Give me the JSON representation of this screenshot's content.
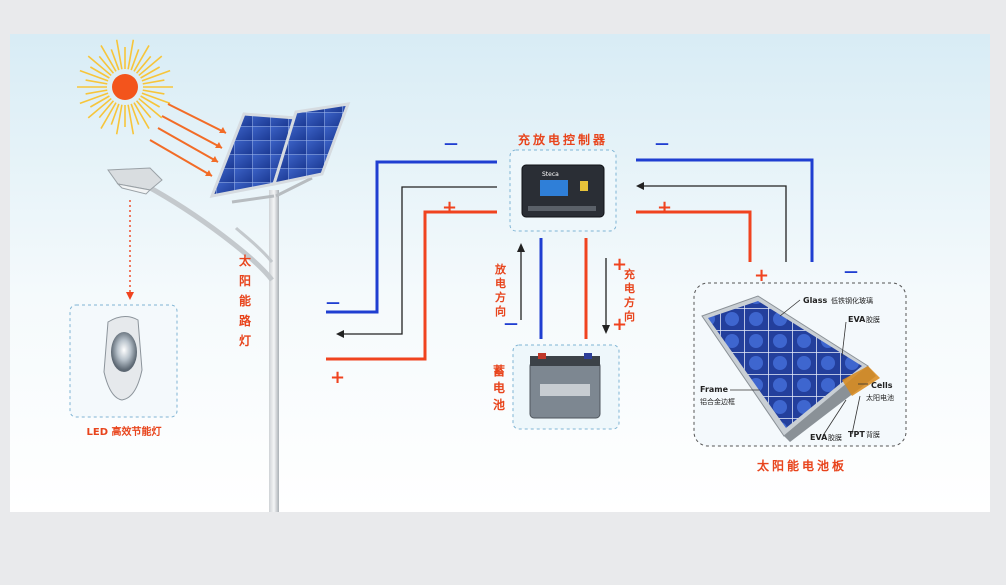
{
  "labels": {
    "controller": "充放电控制器",
    "street_light": "太阳能路灯",
    "led_lamp": "LED 高效节能灯",
    "battery": "蓄电池",
    "discharge_dir": "放电方向",
    "charge_dir": "充电方向",
    "panel": "太阳能电池板",
    "controller_brand": "Steca"
  },
  "panel_callouts": {
    "glass": "Glass",
    "glass_cn": "低铁钢化玻璃",
    "eva_top": "EVA",
    "eva_top_cn": "胶膜",
    "cells": "Cells",
    "cells_cn": "太阳电池",
    "frame": "Frame",
    "frame_cn": "铝合金边框",
    "eva_bottom": "EVA",
    "eva_bottom_cn": "胶膜",
    "tpt": "TPT",
    "tpt_cn": "背膜"
  },
  "signs": {
    "minus": "—",
    "plus": "+"
  },
  "colors": {
    "panel_bg": "#dff0f7",
    "sky": "#f6fbfd",
    "negative": "#1f3ed1",
    "positive": "#f0431f",
    "neutral": "#222222",
    "box_border": "#7fb4d4",
    "label_red": "#e8441c",
    "sun": "#f3541c",
    "sun_rays": "#f7c53a"
  }
}
